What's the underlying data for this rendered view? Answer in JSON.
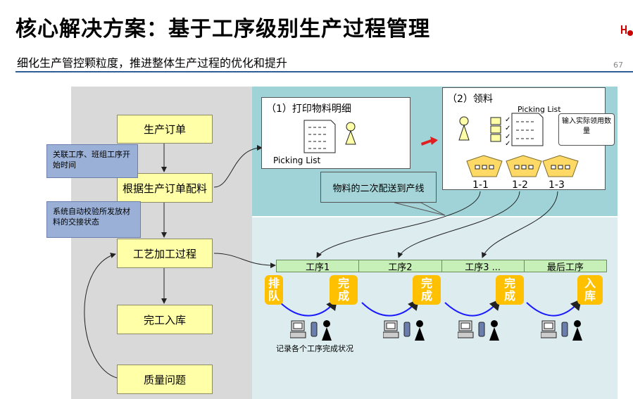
{
  "header": {
    "title": "核心解决方案：基于工序级别生产过程管理",
    "subtitle": "细化生产管控颗粒度，推进整体生产过程的优化和提升",
    "page_number": "67"
  },
  "left_flow": {
    "production_order": "生产订单",
    "material_by_order": "根据生产订单配料",
    "process_step": "工艺加工过程",
    "finished_storage": "完工入库",
    "quality_issue": "质量问题",
    "note_1": "关联工序、班组工序开始时间",
    "note_2": "系统自动校验所发放材料的交接状态"
  },
  "print_panel": {
    "title": "（1）打印物料明细",
    "picking_list": "Picking List"
  },
  "pick_panel": {
    "title": "（2）领料",
    "picking_list": "Picking List",
    "input_note": "输入实际领用数量",
    "bins": [
      "1-1",
      "1-2",
      "1-3"
    ]
  },
  "callout": "物料的二次配送到产线",
  "process_steps": [
    "工序1",
    "工序2",
    "工序3 ...",
    "最后工序"
  ],
  "status_boxes": {
    "queue": "排队",
    "done": "完成",
    "storage": "入库"
  },
  "record_caption": "记录各个工序完成状况",
  "colors": {
    "accent_blue": "#2f5d9a",
    "yellow_box": "#ffffa8",
    "orange_box": "#ffc000",
    "teal_panel": "#9fd3d8",
    "light_panel": "#dcecef",
    "gray_panel": "#d9d9d9",
    "note_blue": "#9ab0d6",
    "step_green": "#c7f0b8"
  }
}
